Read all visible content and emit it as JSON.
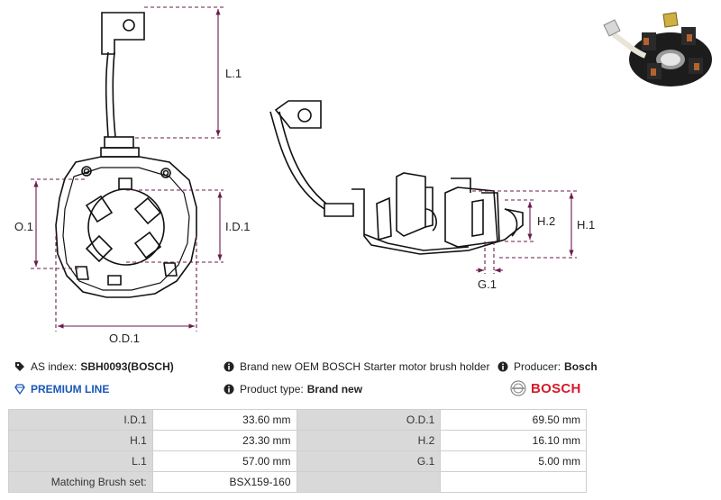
{
  "drawing": {
    "dimensions": {
      "L1": "L.1",
      "O1": "O.1",
      "ID1": "I.D.1",
      "OD1": "O.D.1",
      "H2": "H.2",
      "H1": "H.1",
      "G1": "G.1"
    }
  },
  "info": {
    "as_index_label": "AS index:",
    "as_index_value": "SBH0093(BOSCH)",
    "description": "Brand new OEM BOSCH Starter motor brush holder",
    "producer_label": "Producer:",
    "producer_value": "Bosch",
    "premium_line": "PREMIUM LINE",
    "product_type_label": "Product type:",
    "product_type_value": "Brand new",
    "brand_logo_text": "BOSCH"
  },
  "specs": [
    {
      "label1": "I.D.1",
      "value1": "33.60 mm",
      "label2": "O.D.1",
      "value2": "69.50 mm"
    },
    {
      "label1": "H.1",
      "value1": "23.30 mm",
      "label2": "H.2",
      "value2": "16.10 mm"
    },
    {
      "label1": "L.1",
      "value1": "57.00 mm",
      "label2": "G.1",
      "value2": "5.00 mm"
    },
    {
      "label1": "Matching Brush set:",
      "value1": "BSX159-160",
      "label2": "",
      "value2": ""
    }
  ],
  "colors": {
    "premium": "#1a57b8",
    "brand": "#d7192b",
    "dimension_line": "#6a1b4d",
    "label_cell": "#d9d9d9"
  }
}
